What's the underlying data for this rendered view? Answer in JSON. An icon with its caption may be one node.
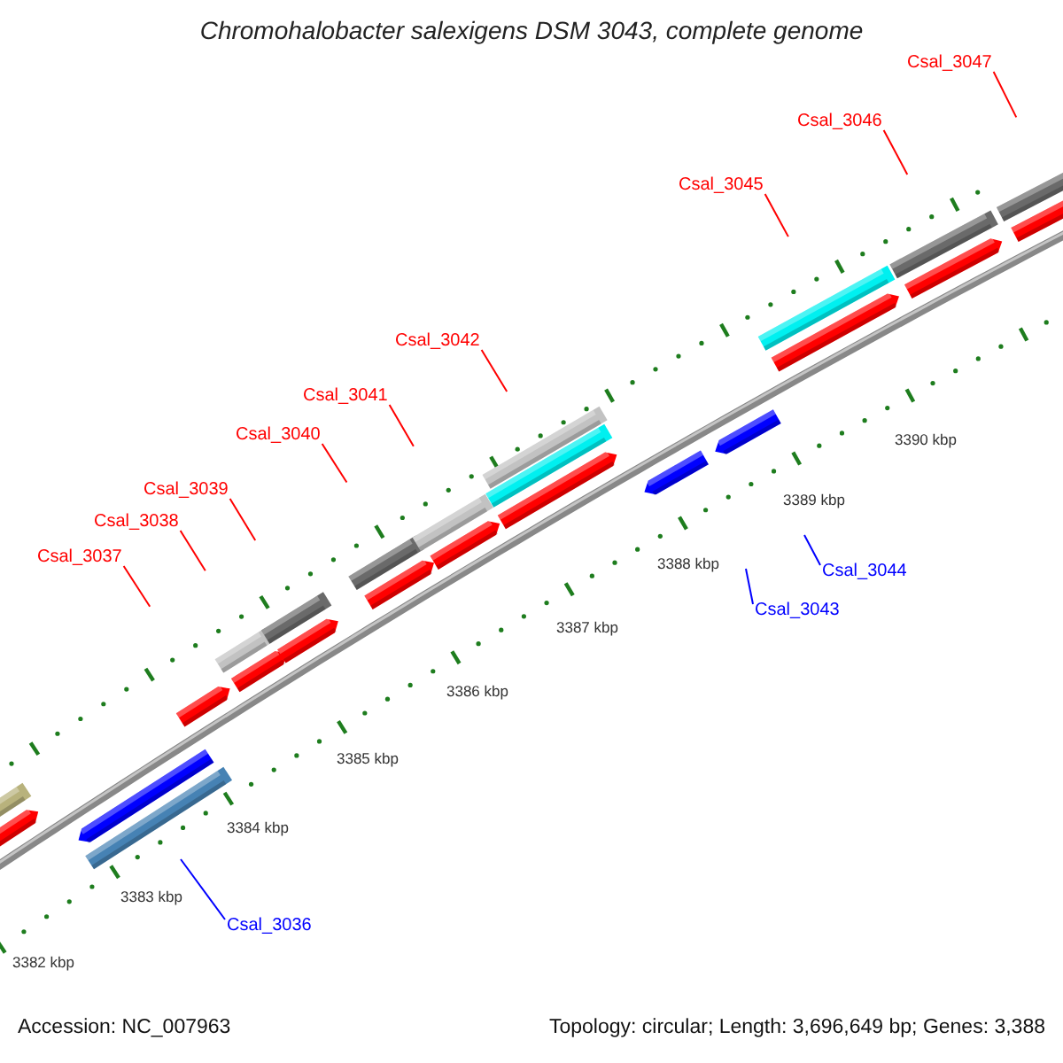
{
  "diagram": {
    "title": "Chromohalobacter salexigens DSM 3043, complete genome",
    "nodes": [
      {
        "text": [
          "Csal_3047"
        ]
      },
      {
        "text": [
          "Csal_3046"
        ]
      },
      {
        "text": [
          "Csal_3045"
        ]
      },
      {
        "text": [
          "Csal_3042"
        ]
      },
      {
        "text": [
          "Csal_3041"
        ]
      },
      {
        "text": [
          "Csal_3040"
        ]
      },
      {
        "text": [
          "Csal_3039"
        ]
      },
      {
        "text": [
          "Csal_3038"
        ]
      },
      {
        "text": [
          "Csal_3037"
        ]
      },
      {
        "text": [
          "Csal_3044"
        ]
      },
      {
        "text": [
          "Csal_3043"
        ]
      },
      {
        "text": [
          "Csal_3036"
        ]
      }
    ],
    "edges": [
      {
        "from": 0,
        "to": null,
        "arrow": "none"
      },
      {
        "from": 1,
        "to": null,
        "arrow": "none"
      },
      {
        "from": 2,
        "to": null,
        "arrow": "none"
      },
      {
        "from": 3,
        "to": null,
        "arrow": "none"
      },
      {
        "from": 4,
        "to": null,
        "arrow": "none"
      },
      {
        "from": 5,
        "to": null,
        "arrow": "none"
      },
      {
        "from": 6,
        "to": null,
        "arrow": "none"
      },
      {
        "from": 7,
        "to": null,
        "arrow": "none"
      },
      {
        "from": 8,
        "to": null,
        "arrow": "none"
      },
      {
        "from": 9,
        "to": null,
        "arrow": "none",
        "color": "#0000ff"
      },
      {
        "from": 10,
        "to": null,
        "arrow": "none",
        "color": "#0000ff"
      },
      {
        "from": 11,
        "to": null,
        "arrow": "none",
        "color": "#0000ff"
      }
    ],
    "labels": [
      "3390 kbp",
      "3389 kbp",
      "3388 kbp",
      "3387 kbp",
      "3386 kbp",
      "3385 kbp",
      "3384 kbp",
      "3383 kbp",
      "3382 kbp",
      "Accession: NC_007963",
      "Topology: circular; Length: 3,696,649 bp; Genes: 3,388"
    ]
  }
}
